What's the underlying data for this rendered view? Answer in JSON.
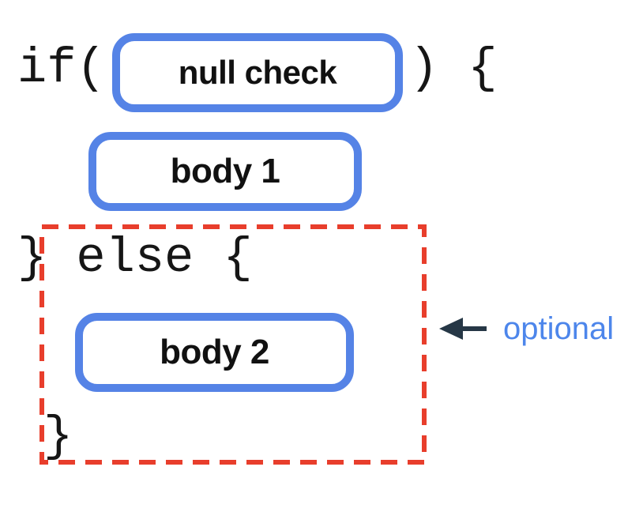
{
  "colors": {
    "blue": "#5583E6",
    "red": "#E83E2C",
    "arrow": "#263746",
    "label-blue": "#4D86EB",
    "ink": "#161616"
  },
  "diagram": {
    "if_line": {
      "prefix": "if(",
      "suffix": ") {"
    },
    "condition_box": {
      "label": "null check"
    },
    "body1_box": {
      "label": "body 1"
    },
    "else_line": "} else {",
    "body2_box": {
      "label": "body 2"
    },
    "closing_brace": "}",
    "annotation": {
      "label": "optional"
    }
  }
}
